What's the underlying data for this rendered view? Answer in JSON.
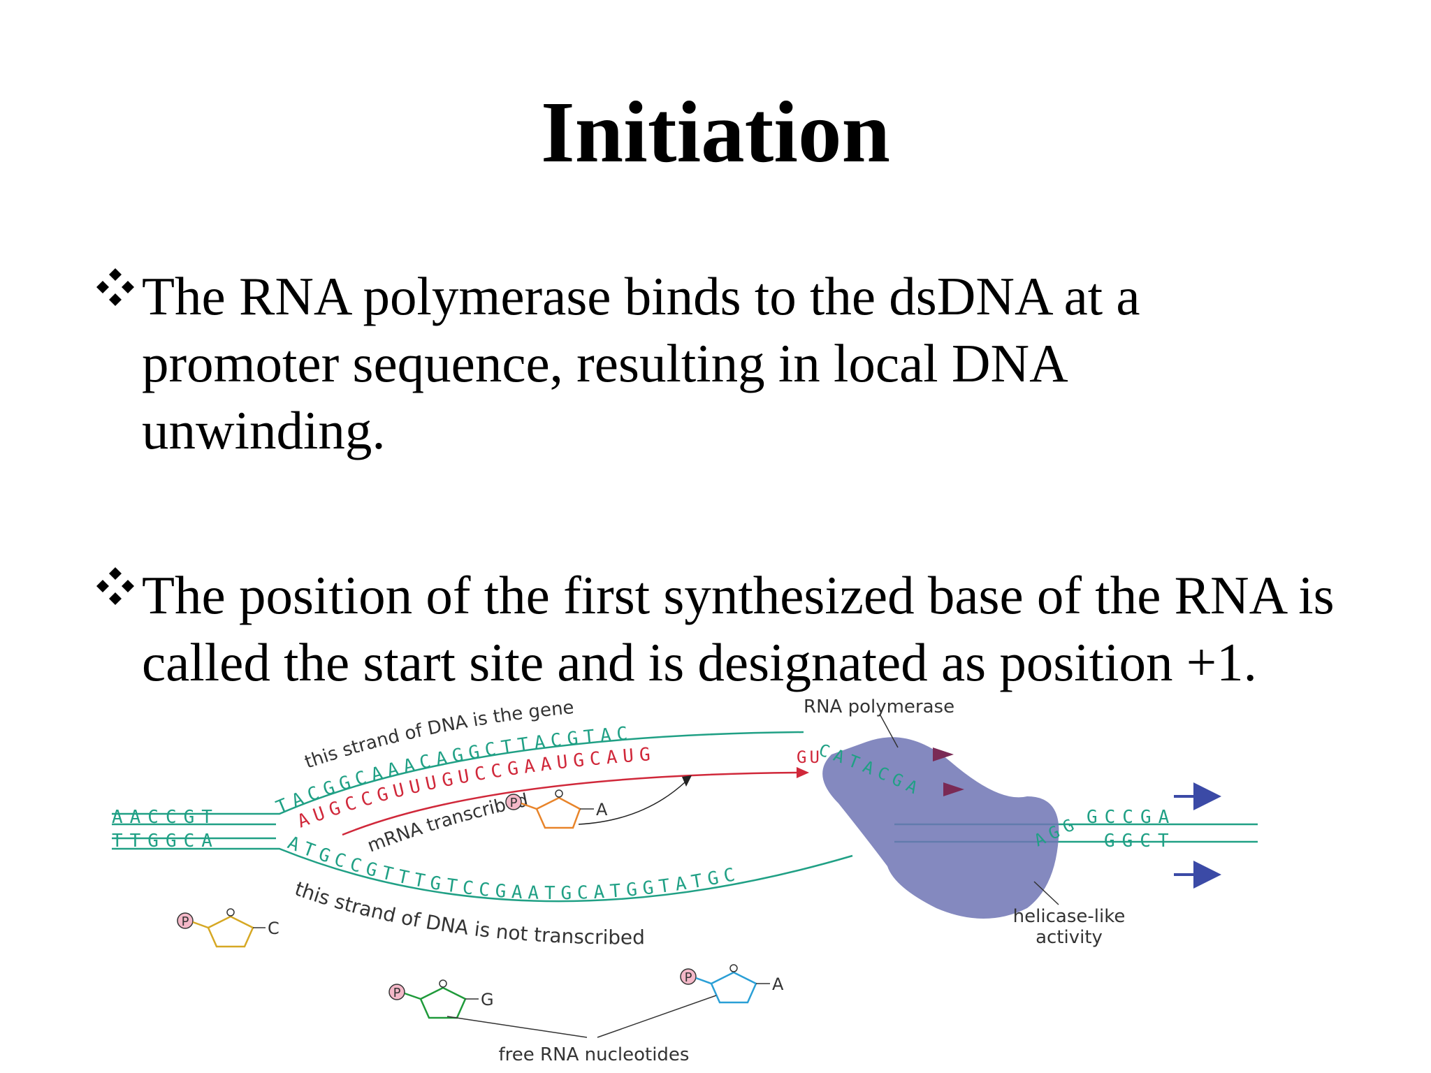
{
  "title": "Initiation",
  "bullets": [
    "The RNA polymerase binds to the dsDNA at a promoter sequence, resulting in local DNA unwinding.",
    "The position of the first synthesized base of the RNA is called the start site and is designated as position +1."
  ],
  "bullet_marker_icon": "four-diamond-bullet-icon",
  "diagram": {
    "labels": {
      "template_strand": "this strand of DNA is the gene",
      "nontemplate_strand": "this strand of DNA is not transcribed",
      "mrna": "mRNA transcribed",
      "polymerase": "RNA polymerase",
      "helicase_line1": "helicase-like",
      "helicase_line2": "activity",
      "free_nucleotides": "free RNA nucleotides"
    },
    "sequences": {
      "left_top": "AACCGT",
      "left_bottom": "TTGGCA",
      "upper_strand": "TACGGCAAACAGGCTTACGTAC",
      "mrna_strand": "AUGCCGUUUGUCCGAAUGCAUG",
      "lower_strand": "ATGCCGTTTGTCCGAATGCATGGTATGC",
      "right_inner_top": "CATACGATCC",
      "right_inner_bottom": "AGG",
      "right_top": "GCCGA",
      "right_bottom": "GGCT",
      "polymerase_rna": "GU"
    },
    "nucleotides": [
      {
        "phosphate": "P",
        "base": "A",
        "color": "#e8842a"
      },
      {
        "phosphate": "P",
        "base": "C",
        "color": "#d6a824"
      },
      {
        "phosphate": "P",
        "base": "G",
        "color": "#1f9a3a"
      },
      {
        "phosphate": "P",
        "base": "A",
        "color": "#2a9fd6"
      }
    ],
    "colors": {
      "dna": "#20a085",
      "mrna": "#d0283a",
      "polymerase": "#6f74b4",
      "phosphate_fill": "#f4b8c8",
      "arrow_blue": "#3b4aa6",
      "arrow_purple": "#7a2a55"
    }
  }
}
